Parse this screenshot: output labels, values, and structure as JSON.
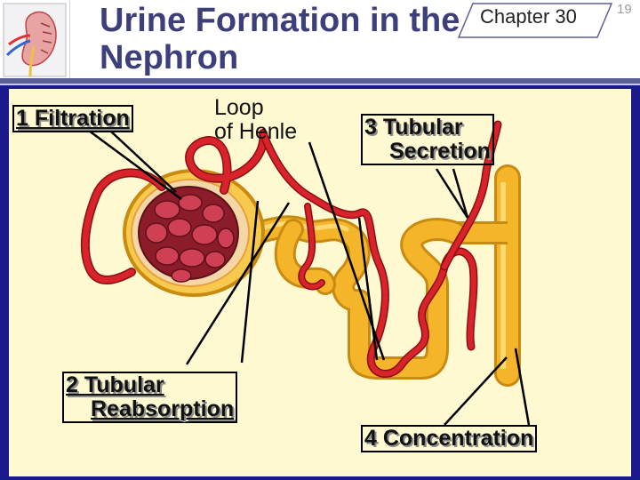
{
  "header": {
    "title": "Urine Formation in the Nephron",
    "chapter": "Chapter 30",
    "page_number": "19"
  },
  "labels": {
    "filtration": "1 Filtration",
    "loop_line1": "Loop",
    "loop_line2": "of Henle",
    "secretion_line1": "3 Tubular",
    "secretion_line2": "Secretion",
    "reabsorption_line1": "2 Tubular",
    "reabsorption_line2": "Reabsorption",
    "concentration": "4 Concentration"
  },
  "colors": {
    "title": "#3d3f7a",
    "frame": "#1a1a8c",
    "tubule": "#f5b52a",
    "vessel": "#d8232a",
    "background": "#fff9d1"
  }
}
